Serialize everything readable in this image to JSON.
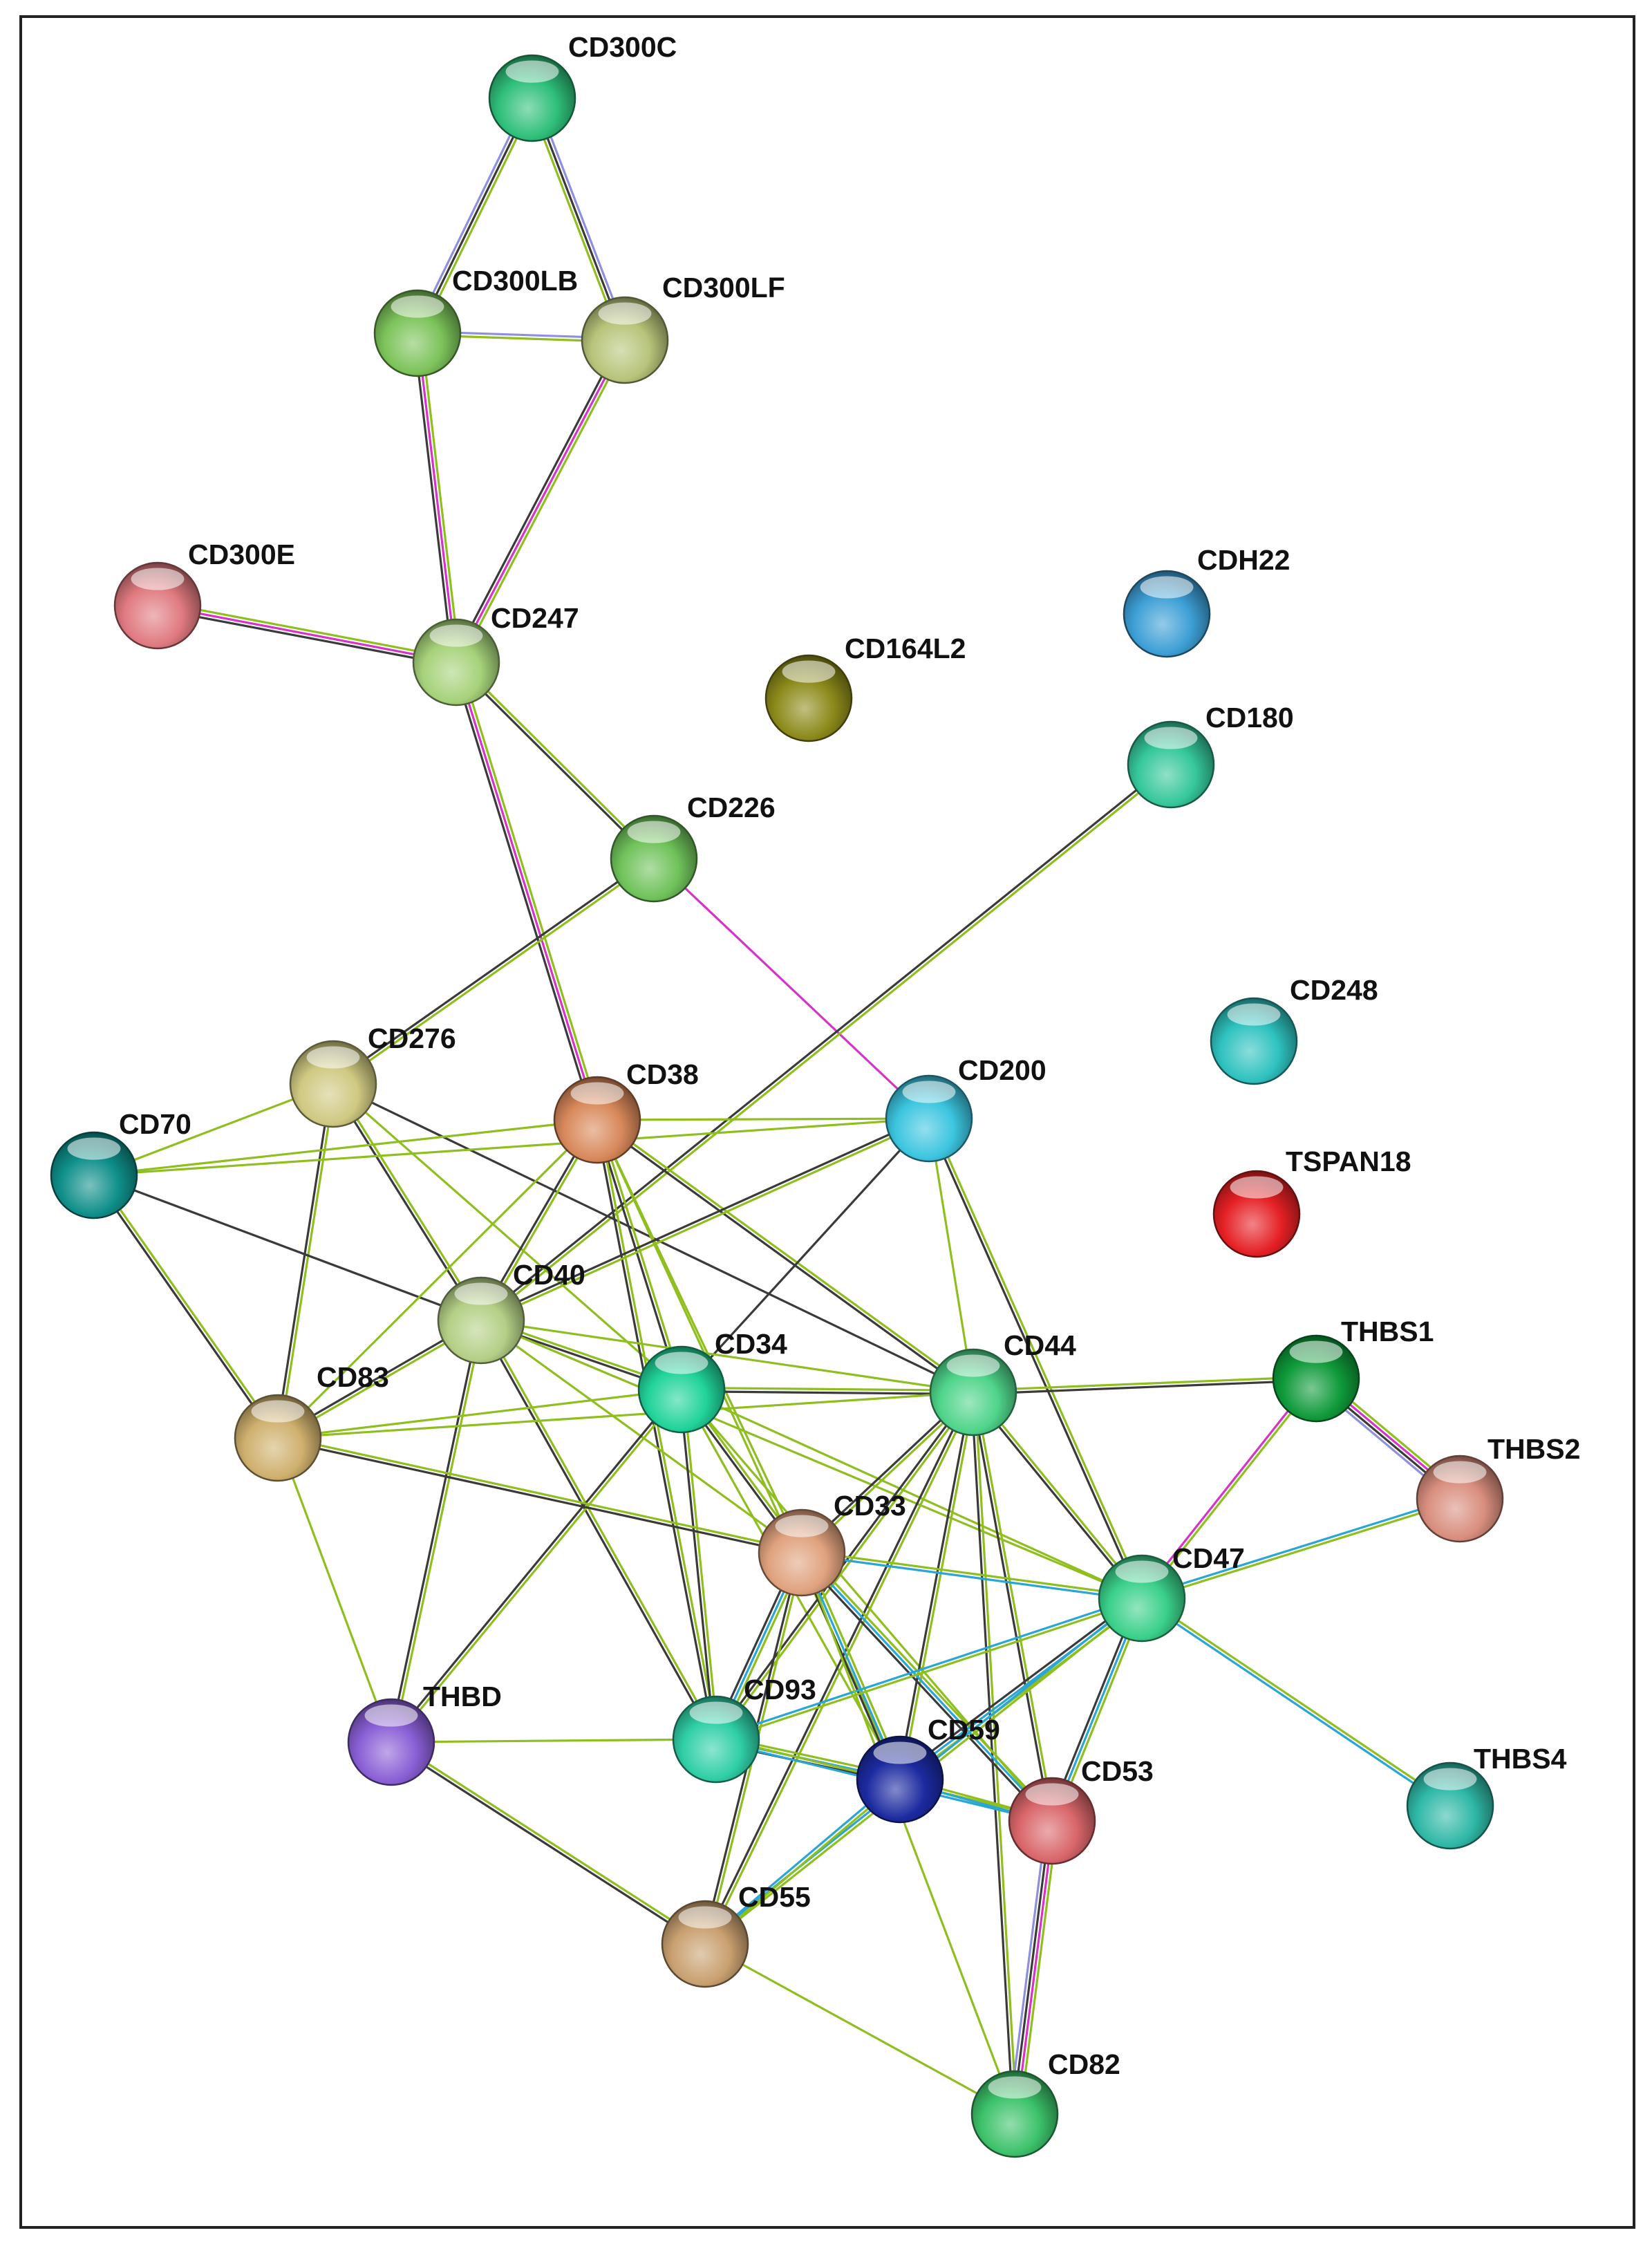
{
  "nodes": [
    {
      "id": "CD300C",
      "label": "CD300C",
      "color": "#2fbf7a"
    },
    {
      "id": "CD300LB",
      "label": "CD300LB",
      "color": "#7cc35a"
    },
    {
      "id": "CD300LF",
      "label": "CD300LF",
      "color": "#b7c47a"
    },
    {
      "id": "CD300E",
      "label": "CD300E",
      "color": "#e07a80"
    },
    {
      "id": "CD247",
      "label": "CD247",
      "color": "#a6d27a"
    },
    {
      "id": "CDH22",
      "label": "CDH22",
      "color": "#3d9fd6"
    },
    {
      "id": "CD164L2",
      "label": "CD164L2",
      "color": "#8c8a1a"
    },
    {
      "id": "CD180",
      "label": "CD180",
      "color": "#35c79a"
    },
    {
      "id": "CD226",
      "label": "CD226",
      "color": "#6fc25a"
    },
    {
      "id": "CD248",
      "label": "CD248",
      "color": "#2ec2bf"
    },
    {
      "id": "CD276",
      "label": "CD276",
      "color": "#cfc982"
    },
    {
      "id": "CD38",
      "label": "CD38",
      "color": "#d8885a"
    },
    {
      "id": "CD200",
      "label": "CD200",
      "color": "#3cc5e0"
    },
    {
      "id": "CD70",
      "label": "CD70",
      "color": "#0f8f8a"
    },
    {
      "id": "TSPAN18",
      "label": "TSPAN18",
      "color": "#e52025"
    },
    {
      "id": "CD40",
      "label": "CD40",
      "color": "#b4cf86"
    },
    {
      "id": "CD34",
      "label": "CD34",
      "color": "#21d39a"
    },
    {
      "id": "CD44",
      "label": "CD44",
      "color": "#4fd48a"
    },
    {
      "id": "THBS1",
      "label": "THBS1",
      "color": "#0f9a3a"
    },
    {
      "id": "CD83",
      "label": "CD83",
      "color": "#cfb06e"
    },
    {
      "id": "THBS2",
      "label": "THBS2",
      "color": "#d98e7e"
    },
    {
      "id": "CD33",
      "label": "CD33",
      "color": "#e0a27e"
    },
    {
      "id": "CD47",
      "label": "CD47",
      "color": "#3ad08a"
    },
    {
      "id": "THBD",
      "label": "THBD",
      "color": "#8a5fd6"
    },
    {
      "id": "CD93",
      "label": "CD93",
      "color": "#2fcfa6"
    },
    {
      "id": "CD59",
      "label": "CD59",
      "color": "#1c2aa0"
    },
    {
      "id": "CD53",
      "label": "CD53",
      "color": "#d9666a"
    },
    {
      "id": "THBS4",
      "label": "THBS4",
      "color": "#2fb8a6"
    },
    {
      "id": "CD55",
      "label": "CD55",
      "color": "#c9a070"
    },
    {
      "id": "CD82",
      "label": "CD82",
      "color": "#3cc26a"
    }
  ],
  "edges": [
    {
      "source": "CD300C",
      "target": "CD300LB",
      "colors": [
        "#8fbf1f",
        "#3a3a3a",
        "#8f8fe0"
      ]
    },
    {
      "source": "CD300C",
      "target": "CD300LF",
      "colors": [
        "#8f8fe0",
        "#3a3a3a",
        "#8fbf1f"
      ]
    },
    {
      "source": "CD300LB",
      "target": "CD300LF",
      "colors": [
        "#8f8fe0",
        "#8fbf1f"
      ]
    },
    {
      "source": "CD300LB",
      "target": "CD247",
      "colors": [
        "#8fbf1f",
        "#d633c7",
        "#3a3a3a"
      ]
    },
    {
      "source": "CD300LF",
      "target": "CD247",
      "colors": [
        "#8fbf1f",
        "#d633c7",
        "#3a3a3a"
      ]
    },
    {
      "source": "CD300E",
      "target": "CD247",
      "colors": [
        "#8fbf1f",
        "#d633c7",
        "#3a3a3a"
      ]
    },
    {
      "source": "CD247",
      "target": "CD226",
      "colors": [
        "#8fbf1f",
        "#3a3a3a"
      ]
    },
    {
      "source": "CD247",
      "target": "CD38",
      "colors": [
        "#8fbf1f",
        "#d633c7",
        "#3a3a3a"
      ]
    },
    {
      "source": "CD226",
      "target": "CD276",
      "colors": [
        "#8fbf1f",
        "#3a3a3a"
      ]
    },
    {
      "source": "CD226",
      "target": "CD200",
      "colors": [
        "#d633c7"
      ]
    },
    {
      "source": "CD180",
      "target": "CD40",
      "colors": [
        "#8fbf1f",
        "#3a3a3a"
      ]
    },
    {
      "source": "CD276",
      "target": "CD70",
      "colors": [
        "#8fbf1f"
      ]
    },
    {
      "source": "CD276",
      "target": "CD40",
      "colors": [
        "#8fbf1f",
        "#3a3a3a"
      ]
    },
    {
      "source": "CD276",
      "target": "CD83",
      "colors": [
        "#8fbf1f",
        "#3a3a3a"
      ]
    },
    {
      "source": "CD276",
      "target": "CD44",
      "colors": [
        "#3a3a3a"
      ]
    },
    {
      "source": "CD276",
      "target": "CD34",
      "colors": [
        "#8fbf1f"
      ]
    },
    {
      "source": "CD70",
      "target": "CD40",
      "colors": [
        "#3a3a3a"
      ]
    },
    {
      "source": "CD70",
      "target": "CD83",
      "colors": [
        "#8fbf1f",
        "#3a3a3a"
      ]
    },
    {
      "source": "CD70",
      "target": "CD200",
      "colors": [
        "#8fbf1f"
      ]
    },
    {
      "source": "CD70",
      "target": "CD38",
      "colors": [
        "#8fbf1f"
      ]
    },
    {
      "source": "CD38",
      "target": "CD40",
      "colors": [
        "#8fbf1f",
        "#3a3a3a"
      ]
    },
    {
      "source": "CD38",
      "target": "CD34",
      "colors": [
        "#8fbf1f",
        "#3a3a3a"
      ]
    },
    {
      "source": "CD38",
      "target": "CD44",
      "colors": [
        "#8fbf1f",
        "#3a3a3a"
      ]
    },
    {
      "source": "CD38",
      "target": "CD33",
      "colors": [
        "#8fbf1f"
      ]
    },
    {
      "source": "CD38",
      "target": "CD93",
      "colors": [
        "#8fbf1f",
        "#3a3a3a"
      ]
    },
    {
      "source": "CD38",
      "target": "CD83",
      "colors": [
        "#8fbf1f"
      ]
    },
    {
      "source": "CD38",
      "target": "CD200",
      "colors": [
        "#8fbf1f"
      ]
    },
    {
      "source": "CD38",
      "target": "CD59",
      "colors": [
        "#8fbf1f"
      ]
    },
    {
      "source": "CD200",
      "target": "CD40",
      "colors": [
        "#8fbf1f",
        "#3a3a3a"
      ]
    },
    {
      "source": "CD200",
      "target": "CD44",
      "colors": [
        "#8fbf1f"
      ]
    },
    {
      "source": "CD200",
      "target": "CD47",
      "colors": [
        "#8fbf1f",
        "#3a3a3a"
      ]
    },
    {
      "source": "CD200",
      "target": "CD34",
      "colors": [
        "#3a3a3a"
      ]
    },
    {
      "source": "CD40",
      "target": "CD34",
      "colors": [
        "#8fbf1f",
        "#3a3a3a"
      ]
    },
    {
      "source": "CD40",
      "target": "CD44",
      "colors": [
        "#8fbf1f"
      ]
    },
    {
      "source": "CD40",
      "target": "CD83",
      "colors": [
        "#8fbf1f",
        "#3a3a3a"
      ]
    },
    {
      "source": "CD40",
      "target": "THBD",
      "colors": [
        "#8fbf1f",
        "#3a3a3a"
      ]
    },
    {
      "source": "CD40",
      "target": "CD93",
      "colors": [
        "#8fbf1f",
        "#3a3a3a"
      ]
    },
    {
      "source": "CD40",
      "target": "CD33",
      "colors": [
        "#8fbf1f"
      ]
    },
    {
      "source": "CD40",
      "target": "CD47",
      "colors": [
        "#8fbf1f"
      ]
    },
    {
      "source": "CD34",
      "target": "CD44",
      "colors": [
        "#8fbf1f",
        "#3a3a3a"
      ]
    },
    {
      "source": "CD34",
      "target": "CD83",
      "colors": [
        "#8fbf1f"
      ]
    },
    {
      "source": "CD34",
      "target": "CD93",
      "colors": [
        "#8fbf1f",
        "#3a3a3a"
      ]
    },
    {
      "source": "CD34",
      "target": "CD33",
      "colors": [
        "#8fbf1f",
        "#3a3a3a"
      ]
    },
    {
      "source": "CD34",
      "target": "CD47",
      "colors": [
        "#8fbf1f"
      ]
    },
    {
      "source": "CD34",
      "target": "CD59",
      "colors": [
        "#8fbf1f"
      ]
    },
    {
      "source": "CD34",
      "target": "THBD",
      "colors": [
        "#8fbf1f",
        "#3a3a3a"
      ]
    },
    {
      "source": "CD34",
      "target": "CD53",
      "colors": [
        "#8fbf1f"
      ]
    },
    {
      "source": "CD44",
      "target": "THBS1",
      "colors": [
        "#8fbf1f",
        "#3a3a3a"
      ]
    },
    {
      "source": "CD44",
      "target": "CD83",
      "colors": [
        "#8fbf1f"
      ]
    },
    {
      "source": "CD44",
      "target": "CD33",
      "colors": [
        "#8fbf1f",
        "#3a3a3a"
      ]
    },
    {
      "source": "CD44",
      "target": "CD47",
      "colors": [
        "#8fbf1f",
        "#3a3a3a"
      ]
    },
    {
      "source": "CD44",
      "target": "CD93",
      "colors": [
        "#8fbf1f",
        "#3a3a3a"
      ]
    },
    {
      "source": "CD44",
      "target": "CD59",
      "colors": [
        "#8fbf1f",
        "#3a3a3a"
      ]
    },
    {
      "source": "CD44",
      "target": "CD53",
      "colors": [
        "#8fbf1f",
        "#3a3a3a"
      ]
    },
    {
      "source": "CD44",
      "target": "CD55",
      "colors": [
        "#8fbf1f",
        "#3a3a3a"
      ]
    },
    {
      "source": "CD44",
      "target": "CD82",
      "colors": [
        "#8fbf1f",
        "#3a3a3a"
      ]
    },
    {
      "source": "THBS1",
      "target": "THBS2",
      "colors": [
        "#8fbf1f",
        "#d633c7",
        "#3a3a3a",
        "#8f8fe0"
      ]
    },
    {
      "source": "THBS1",
      "target": "CD47",
      "colors": [
        "#8fbf1f",
        "#d633c7"
      ]
    },
    {
      "source": "THBS2",
      "target": "CD47",
      "colors": [
        "#8fbf1f",
        "#2aa6d6"
      ]
    },
    {
      "source": "CD83",
      "target": "CD33",
      "colors": [
        "#8fbf1f",
        "#3a3a3a"
      ]
    },
    {
      "source": "CD83",
      "target": "THBD",
      "colors": [
        "#8fbf1f"
      ]
    },
    {
      "source": "CD33",
      "target": "CD47",
      "colors": [
        "#8fbf1f",
        "#2aa6d6"
      ]
    },
    {
      "source": "CD33",
      "target": "CD93",
      "colors": [
        "#8fbf1f",
        "#2aa6d6",
        "#3a3a3a"
      ]
    },
    {
      "source": "CD33",
      "target": "CD59",
      "colors": [
        "#8fbf1f",
        "#2aa6d6",
        "#3a3a3a"
      ]
    },
    {
      "source": "CD33",
      "target": "CD53",
      "colors": [
        "#8fbf1f",
        "#2aa6d6",
        "#3a3a3a"
      ]
    },
    {
      "source": "CD33",
      "target": "CD55",
      "colors": [
        "#8fbf1f",
        "#3a3a3a"
      ]
    },
    {
      "source": "CD47",
      "target": "CD93",
      "colors": [
        "#8fbf1f",
        "#2aa6d6"
      ]
    },
    {
      "source": "CD47",
      "target": "CD59",
      "colors": [
        "#8fbf1f",
        "#2aa6d6",
        "#3a3a3a"
      ]
    },
    {
      "source": "CD47",
      "target": "CD53",
      "colors": [
        "#8fbf1f",
        "#2aa6d6",
        "#3a3a3a"
      ]
    },
    {
      "source": "CD47",
      "target": "THBS4",
      "colors": [
        "#8fbf1f",
        "#2aa6d6"
      ]
    },
    {
      "source": "CD47",
      "target": "CD55",
      "colors": [
        "#8fbf1f",
        "#2aa6d6"
      ]
    },
    {
      "source": "THBD",
      "target": "CD93",
      "colors": [
        "#8fbf1f"
      ]
    },
    {
      "source": "THBD",
      "target": "CD55",
      "colors": [
        "#8fbf1f",
        "#3a3a3a"
      ]
    },
    {
      "source": "CD93",
      "target": "CD59",
      "colors": [
        "#8fbf1f",
        "#2aa6d6",
        "#3a3a3a"
      ]
    },
    {
      "source": "CD93",
      "target": "CD53",
      "colors": [
        "#8fbf1f",
        "#2aa6d6"
      ]
    },
    {
      "source": "CD59",
      "target": "CD55",
      "colors": [
        "#8fbf1f",
        "#2aa6d6"
      ]
    },
    {
      "source": "CD59",
      "target": "CD53",
      "colors": [
        "#8fbf1f",
        "#2aa6d6"
      ]
    },
    {
      "source": "CD53",
      "target": "CD82",
      "colors": [
        "#8fbf1f",
        "#d633c7",
        "#3a3a3a",
        "#8f8fe0"
      ]
    },
    {
      "source": "CD33",
      "target": "CD82",
      "colors": [
        "#8fbf1f"
      ]
    },
    {
      "source": "CD55",
      "target": "CD82",
      "colors": [
        "#8fbf1f"
      ]
    }
  ]
}
